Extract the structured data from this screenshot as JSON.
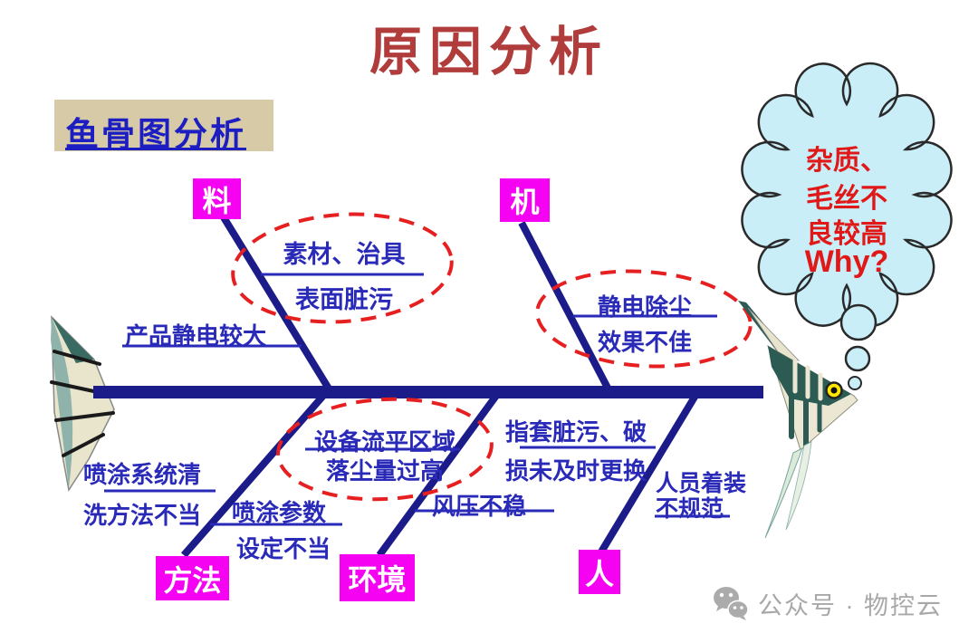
{
  "title": "原因分析",
  "subtitle": "鱼骨图分析",
  "diagram": {
    "type": "fishbone",
    "problem_bubble": {
      "line1": "杂质、",
      "line2": "毛丝不",
      "line3": "良较高",
      "line4": "Why?"
    },
    "categories": {
      "material": "料",
      "machine": "机",
      "method": "方法",
      "environment": "环境",
      "man": "人"
    },
    "causes": {
      "material": {
        "c1a": "素材、治具",
        "c1b": "表面脏污",
        "c2": "产品静电较大"
      },
      "machine": {
        "c1a": "静电除尘",
        "c1b": "效果不佳"
      },
      "method": {
        "c1a": "喷涂系统清",
        "c1b": "洗方法不当",
        "c2a": "喷涂参数",
        "c2b": "设定不当"
      },
      "environment": {
        "c1a": "设备流平区域",
        "c1b": "落尘量过高",
        "c2": "风压不稳"
      },
      "man": {
        "c1a": "指套脏污、破",
        "c1b": "损未及时更换",
        "c2a": "人员着装",
        "c2b": "不规范"
      }
    },
    "highlighted_causes": [
      "素材、治具 表面脏污",
      "静电除尘 效果不佳",
      "设备流平区域 落尘量过高"
    ]
  },
  "watermark": "公众号 · 物控云",
  "colors": {
    "title_text": "#b13c3c",
    "subtitle_bg": "#d7caa6",
    "subtitle_text": "#1d1ec2",
    "category_bg": "#f502f2",
    "category_text": "#ffffff",
    "cause_text": "#2a2ab8",
    "bone": "#1b1b8a",
    "highlight_dash": "#e62020",
    "bubble_fill": "#c9eef8",
    "bubble_text": "#e01818",
    "watermark_text": "#a8a8a8"
  }
}
